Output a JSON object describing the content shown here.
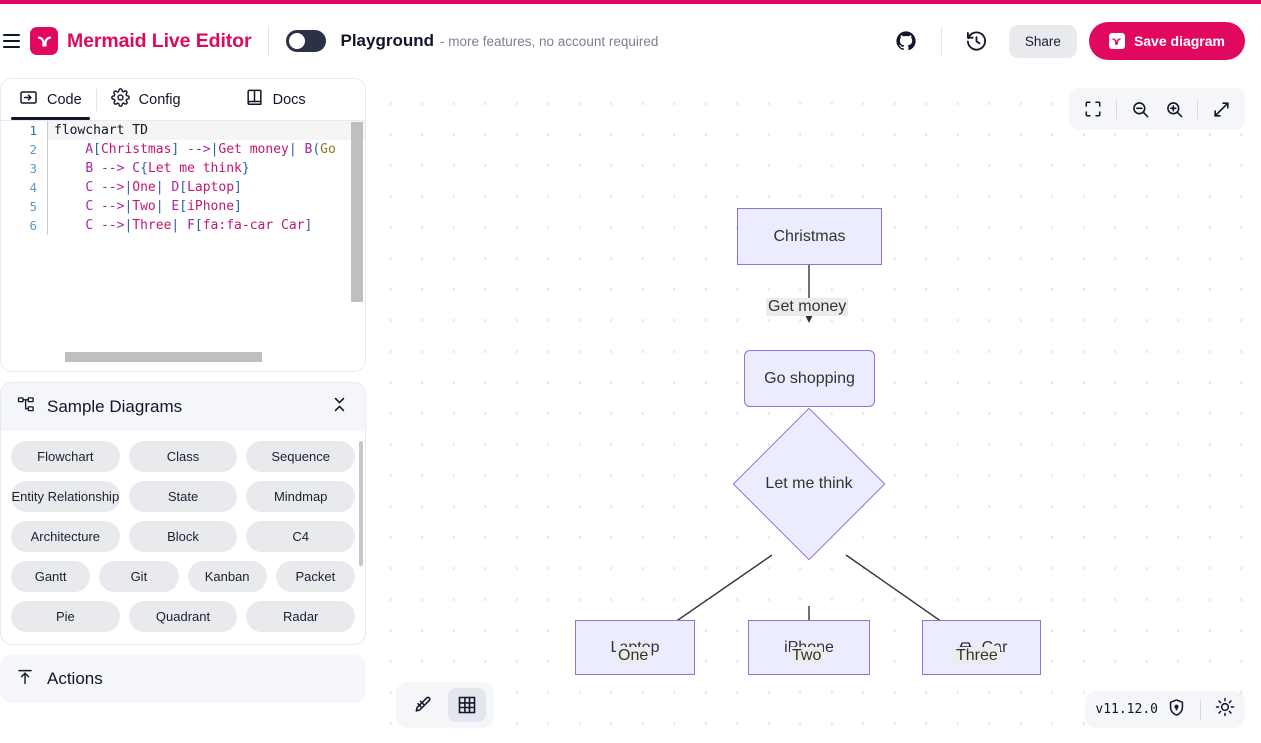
{
  "header": {
    "brand": "Mermaid Live Editor",
    "logo_icon": "mermaid-logo-icon",
    "menu_icon": "hamburger-menu-icon",
    "toggle_name": "playground-toggle",
    "mode_title": "Playground",
    "mode_subtitle": "- more features, no account required",
    "github_icon": "github-icon",
    "history_icon": "history-clock-icon",
    "share_label": "Share",
    "save_label": "Save diagram",
    "save_icon": "mermaid-mark-icon",
    "accent_color": "#e0095f"
  },
  "editor": {
    "tabs": [
      {
        "label": "Code",
        "icon": "code-arrow-icon",
        "active": true
      },
      {
        "label": "Config",
        "icon": "gear-icon",
        "active": false
      },
      {
        "label": "Docs",
        "icon": "book-icon",
        "active": false
      }
    ],
    "line_numbers": [
      "1",
      "2",
      "3",
      "4",
      "5",
      "6"
    ],
    "code_lines": [
      "flowchart TD",
      "    A[Christmas] -->|Get money| B(Go",
      "    B --> C{Let me think}",
      "    C -->|One| D[Laptop]",
      "    C -->|Two| E[iPhone]",
      "    C -->|Three| F[fa:fa-car Car]"
    ]
  },
  "samples": {
    "title": "Sample Diagrams",
    "icon": "hierarchy-icon",
    "collapse_icon": "chevron-collapse-icon",
    "rows": [
      [
        "Flowchart",
        "Class",
        "Sequence"
      ],
      [
        "Entity Relationship",
        "State",
        "Mindmap"
      ],
      [
        "Architecture",
        "Block",
        "C4"
      ],
      [
        "Gantt",
        "Git",
        "Kanban",
        "Packet"
      ],
      [
        "Pie",
        "Quadrant",
        "Radar"
      ]
    ]
  },
  "actions": {
    "title": "Actions",
    "icon": "upload-arrow-icon"
  },
  "canvas": {
    "toolbar": [
      {
        "icon": "fit-to-screen-icon",
        "name": "fit-screen-button"
      },
      {
        "icon": "zoom-out-icon",
        "name": "zoom-out-button"
      },
      {
        "icon": "zoom-in-icon",
        "name": "zoom-in-button"
      },
      {
        "icon": "expand-diagonal-icon",
        "name": "expand-button"
      }
    ],
    "bottom_left": [
      {
        "icon": "pencil-edit-icon",
        "name": "edit-mode-button",
        "active": false
      },
      {
        "icon": "grid-icon",
        "name": "grid-toggle-button",
        "active": true
      }
    ],
    "version": "v11.12.0",
    "security_icon": "shield-lock-icon",
    "theme_icon": "sun-theme-icon"
  },
  "diagram": {
    "node_fill": "#ececff",
    "node_stroke": "#9370db",
    "nodes": [
      {
        "id": "A",
        "label": "Christmas",
        "shape": "rect"
      },
      {
        "id": "B",
        "label": "Go shopping",
        "shape": "rounded"
      },
      {
        "id": "C",
        "label": "Let me think",
        "shape": "diamond"
      },
      {
        "id": "D",
        "label": "Laptop",
        "shape": "rect"
      },
      {
        "id": "E",
        "label": "iPhone",
        "shape": "rect"
      },
      {
        "id": "F",
        "label": "Car",
        "shape": "rect",
        "icon": "car-icon"
      }
    ],
    "edge_labels": [
      "Get money",
      "One",
      "Two",
      "Three"
    ]
  }
}
